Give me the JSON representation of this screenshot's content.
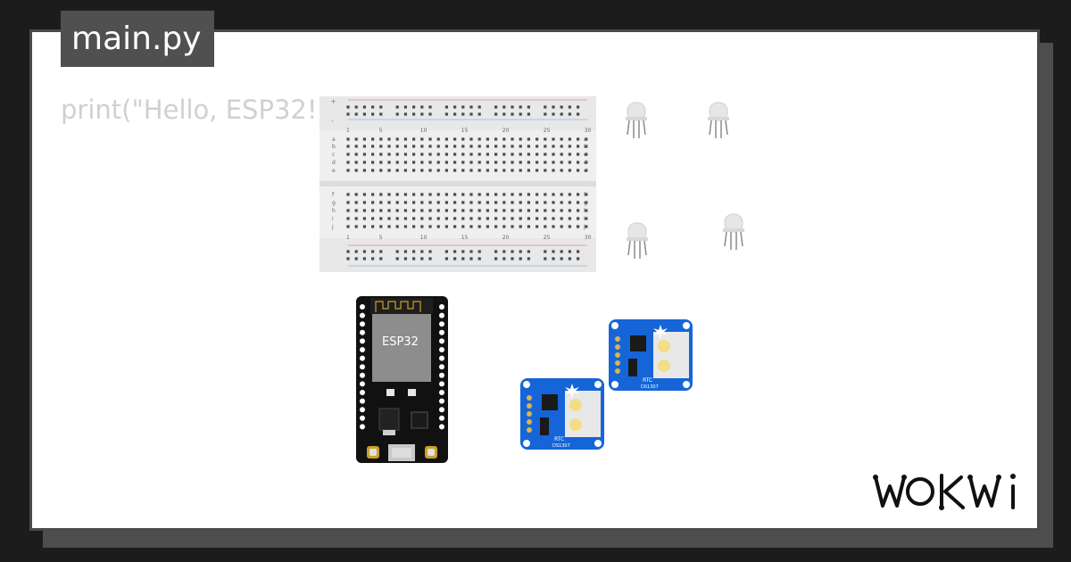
{
  "file_tab": {
    "label": "main.py"
  },
  "code": {
    "line_1": "print(\"Hello, ESP32!\")"
  },
  "breadboard": {
    "column_numbers": [
      "1",
      "5",
      "10",
      "15",
      "20",
      "25",
      "30"
    ],
    "top_rows": [
      "a",
      "b",
      "c",
      "d",
      "e"
    ],
    "bottom_rows": [
      "f",
      "g",
      "h",
      "i",
      "j"
    ],
    "rail_plus": "+",
    "rail_minus": "-"
  },
  "esp32": {
    "chip_label": "ESP32"
  },
  "rtc_modules": [
    {
      "title": "RTC",
      "part": "DS1307"
    },
    {
      "title": "RTC",
      "part": "DS1307"
    }
  ],
  "brand": {
    "name": "WOKWI"
  },
  "colors": {
    "background": "#1c1c1c",
    "card": "#ffffff",
    "tab": "#505050",
    "code_text": "#d0d0d0",
    "rtc_blue": "#1565d8",
    "esp_board": "#111111"
  },
  "icons": {
    "led": "rgb-led-icon",
    "logo": "wokwi-logo"
  }
}
